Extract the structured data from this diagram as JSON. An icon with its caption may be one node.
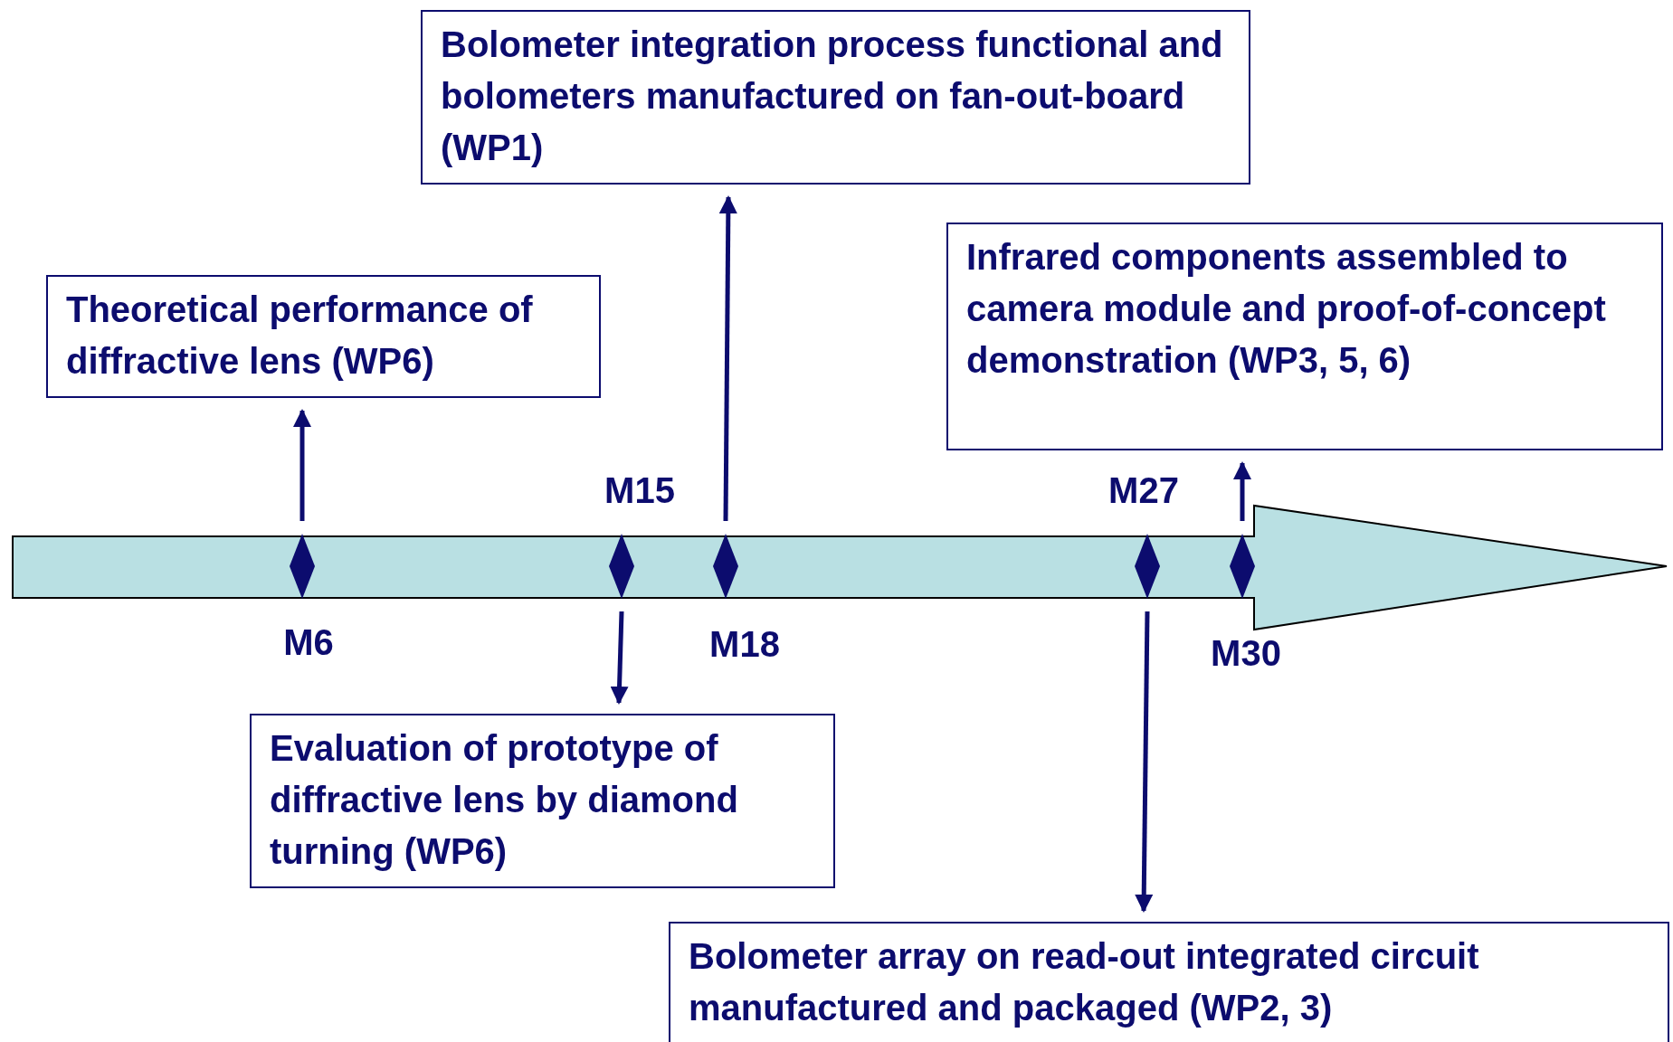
{
  "diagram": {
    "nodes": [
      {
        "text": [
          "Theoretical performance of diffractive lens (WP6)"
        ]
      },
      {
        "text": [
          "Bolometer integration process functional and bolometers manufactured on fan-out-board (WP1)"
        ]
      },
      {
        "text": [
          "Evaluation of prototype of diffractive lens by diamond turning (WP6)"
        ]
      },
      {
        "text": [
          "Infrared components assembled to camera module and proof-of-concept demonstration (WP3, 5, 6)"
        ]
      },
      {
        "text": [
          "Bolometer array on read-out integrated circuit manufactured and packaged (WP2, 3)"
        ]
      },
      {
        "text": [],
        "shape": "diamond",
        "beside": [
          "M6"
        ]
      },
      {
        "text": [],
        "shape": "diamond",
        "beside": [
          "M15"
        ]
      },
      {
        "text": [],
        "shape": "diamond",
        "beside": [
          "M18"
        ]
      },
      {
        "text": [],
        "shape": "diamond",
        "beside": [
          "M27"
        ]
      },
      {
        "text": [],
        "shape": "diamond",
        "beside": [
          "M30"
        ]
      }
    ],
    "edges": [
      {
        "from": 5,
        "to": 0,
        "arrow": "to"
      },
      {
        "from": 6,
        "to": 2,
        "arrow": "to"
      },
      {
        "from": 7,
        "to": 1,
        "arrow": "to"
      },
      {
        "from": 8,
        "to": 4,
        "arrow": "to"
      },
      {
        "from": 9,
        "to": 3,
        "arrow": "to"
      }
    ]
  }
}
